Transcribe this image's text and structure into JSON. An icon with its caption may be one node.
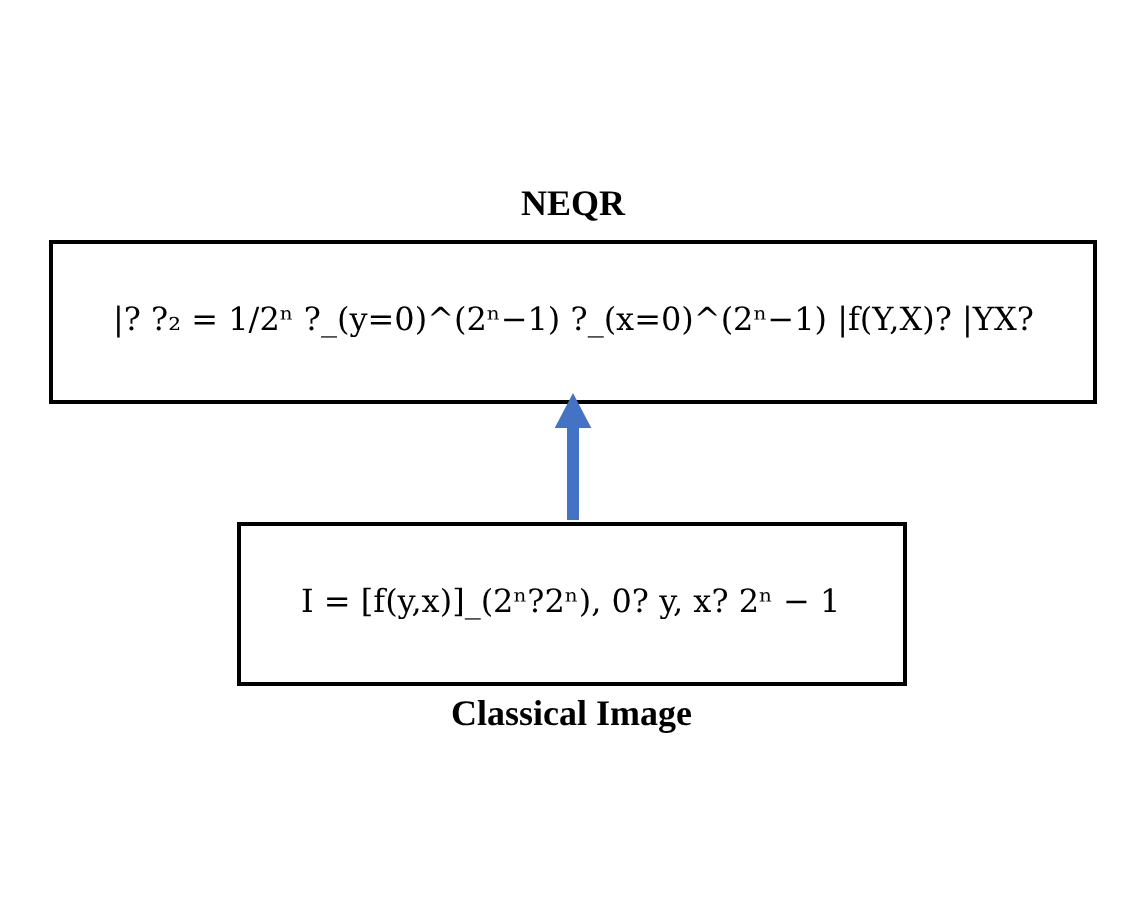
{
  "diagram": {
    "nodes": [
      {
        "text": [
          "NEQR",
          "|? ?₂ = 1/2ⁿ ?_(y=0)^(2ⁿ−1) ?_(x=0)^(2ⁿ−1) |f(Y,X)? |YX?"
        ]
      },
      {
        "text": [
          "I = [f(y,x)]_(2ⁿ?2ⁿ), 0? y, x? 2ⁿ − 1",
          "Classical Image"
        ]
      }
    ],
    "edges": [
      {
        "from": 1,
        "to": 0,
        "arrow": "to",
        "color": "#4472c4"
      }
    ]
  }
}
